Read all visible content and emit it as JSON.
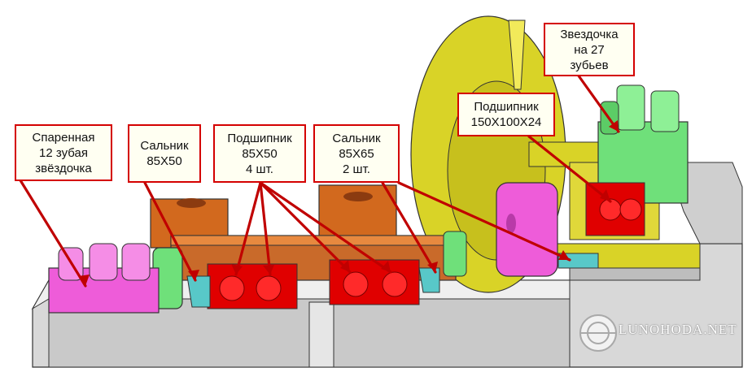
{
  "labels": {
    "spring_sprocket": {
      "lines": [
        "Спаренная",
        "12 зубая",
        "звёздочка"
      ]
    },
    "seal_85x50": {
      "lines": [
        "Сальник",
        "85Х50"
      ]
    },
    "bearing_85x50": {
      "lines": [
        "Подшипник",
        "85Х50",
        "4 шт."
      ]
    },
    "seal_85x65": {
      "lines": [
        "Сальник",
        "85Х65",
        "2 шт."
      ]
    },
    "bearing_150x100x24": {
      "lines": [
        "Подшипник",
        "150Х100Х24"
      ]
    },
    "sprocket_27": {
      "lines": [
        "Звездочка",
        "на 27",
        "зубьев"
      ]
    }
  },
  "watermark": {
    "text": "LUNOHODA.NET"
  },
  "colors": {
    "callout_border": "#d40000",
    "leader": "#c00000",
    "callout_fill": "#fffff2",
    "housing": "#d9d9d9",
    "sprocket_pink": "#ee5cd9",
    "sprocket_green": "#6fe07a",
    "flange_yellow": "#d9d327",
    "hub_orange": "#d2691e",
    "bearing_red": "#e00000",
    "seal_cyan": "#58c8c8"
  }
}
